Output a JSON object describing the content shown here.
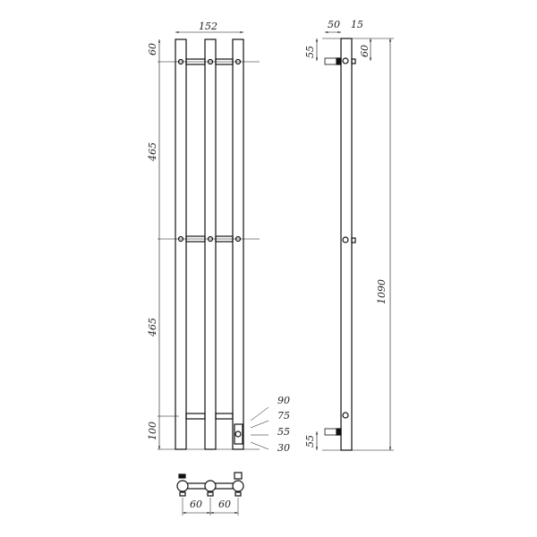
{
  "front_view": {
    "width_label": "152",
    "top_offset_label": "60",
    "upper_span_label": "465",
    "lower_span_label": "465",
    "bottom_label": "100",
    "connector_labels": [
      "90",
      "75",
      "55",
      "30"
    ]
  },
  "side_view": {
    "depth_label": "50",
    "thickness_label": "15",
    "top_left_label": "55",
    "top_right_label": "60",
    "height_label": "1090",
    "bottom_label": "55"
  },
  "top_view": {
    "spacing_labels": [
      "60",
      "60"
    ]
  },
  "colors": {
    "line": "#111111",
    "dimline": "#333333"
  }
}
